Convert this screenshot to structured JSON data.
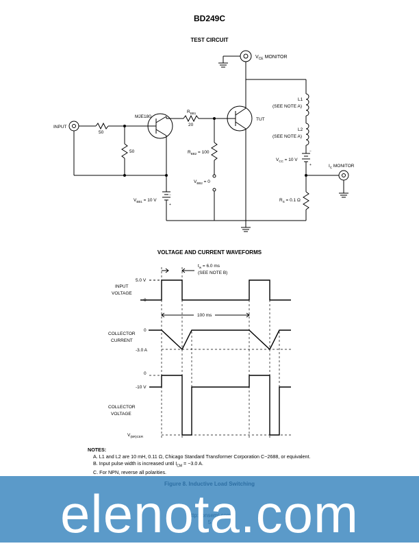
{
  "header": {
    "part_number": "BD249C"
  },
  "test_circuit": {
    "title": "TEST CIRCUIT",
    "vce_monitor_sub": "CE",
    "monitor_label": "MONITOR",
    "input_label": "INPUT",
    "r_input": "50",
    "r_shunt": "50",
    "driver": "MJE180",
    "rbb1_sub": "BB1",
    "rbb1_value": "20",
    "rbb2_sub": "BB2",
    "rbb2_value": "= 100",
    "vbb2_sub": "BB2",
    "vbb2_value": "= 0",
    "vbb1_sub": "BB1",
    "vbb1_value": "= 10 V",
    "dut": "TUT",
    "l1": "L1",
    "l2": "L2",
    "see_note_a": "(SEE NOTE A)",
    "vcc_sub": "CC",
    "vcc_value": "= 10 V",
    "ic_sub": "C",
    "rs_sub": "S",
    "rs_value": "= 0.1 Ω",
    "plus": "+",
    "minus": "−"
  },
  "waveforms": {
    "title": "VOLTAGE AND CURRENT WAVEFORMS",
    "tw_sub": "w",
    "tw_value": "= 6.0 ms",
    "see_note_b": "(SEE NOTE B)",
    "input_voltage_line1": "INPUT",
    "input_voltage_line2": "VOLTAGE",
    "level_5v": "5.0 V",
    "level_0_input": "0",
    "period": "100 ms",
    "collector_current_line1": "COLLECTOR",
    "collector_current_line2": "CURRENT",
    "level_0_current": "0",
    "level_neg3a": "-3.0 A",
    "level_0_voltage": "0",
    "level_neg10v": "-10 V",
    "collector_voltage_line1": "COLLECTOR",
    "collector_voltage_line2": "VOLTAGE",
    "vbr_main": "V",
    "vbr_sub": "(BR)CER"
  },
  "notes": {
    "heading": "NOTES:",
    "a": "A. L1 and L2 are 10 mH, 0.11 Ω, Chicago Standard Transformer Corporation C−2688, or equivalent.",
    "b_pre": "B. Input pulse width is increased until I",
    "b_sub": "CM",
    "b_post": " = −3.0 A.",
    "c": "C. For NPN, reverse all polarities."
  },
  "footer": {
    "figure_caption": "Figure 8. Inductive Load Switching",
    "url": "http://onsemi.com",
    "page": "5",
    "watermark": "elenota.com"
  },
  "colors": {
    "banner": "#5b9ac9",
    "caption": "#2e6fa3"
  }
}
